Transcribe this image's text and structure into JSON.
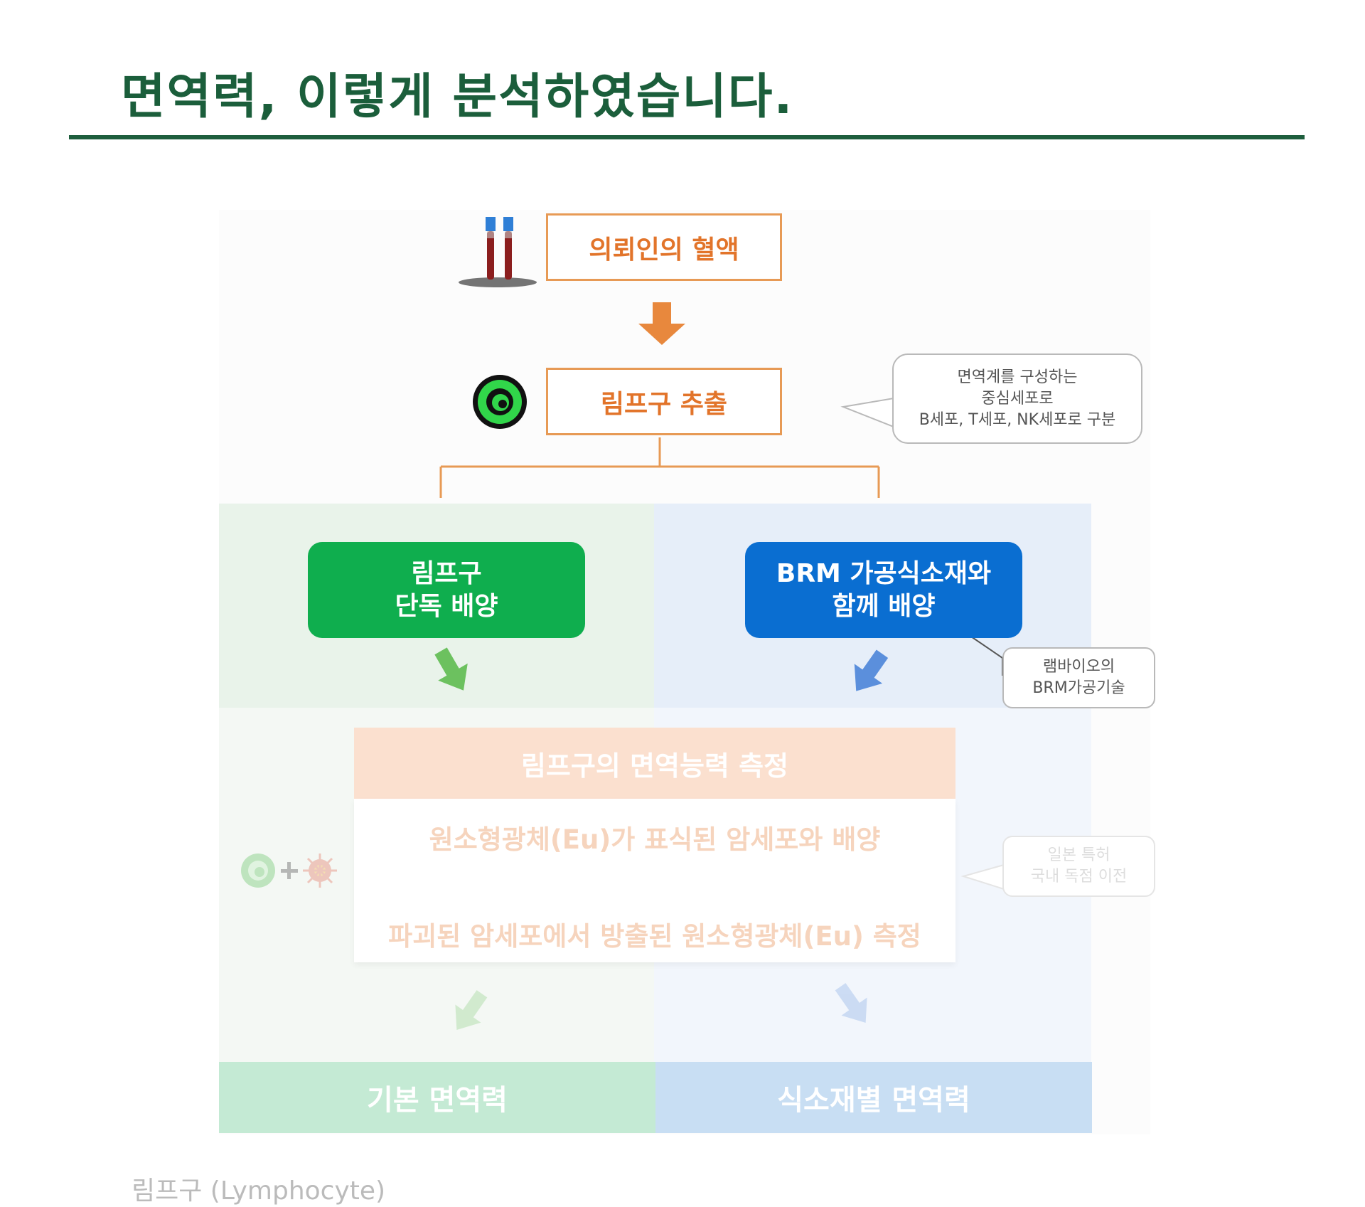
{
  "page": {
    "title": "면역력, 이렇게 분석하였습니다.",
    "footnote": "림프구 (Lymphocyte)"
  },
  "diagram": {
    "step_blood": "의뢰인의 혈액",
    "step_extract": "림프구 추출",
    "callout_lymphocyte": [
      "면역계를 구성하는",
      "중심세포로",
      "B세포, T세포, NK세포로 구분"
    ],
    "culture_single": [
      "림프구",
      "단독 배양"
    ],
    "culture_brm": [
      "BRM 가공식소재와",
      "함께 배양"
    ],
    "callout_brm": [
      "램바이오의",
      "BRM가공기술"
    ],
    "measure_title": "림프구의 면역능력 측정",
    "measure_step1": "원소형광체(Eu)가 표식된 암세포와 배양",
    "measure_step2": "파괴된 암세포에서 방출된 원소형광체(Eu) 측정",
    "callout_patent": [
      "일본 특허",
      "국내 독점 이전"
    ],
    "result_basic": "기본 면역력",
    "result_food": "식소재별 면역력"
  },
  "colors": {
    "title_green": "#1b5e3b",
    "box_orange": "#e2742a",
    "culture_green": "#0fae4e",
    "culture_blue": "#0a6ed1",
    "result_green": "#c4ead4",
    "result_blue": "#c8def3"
  },
  "icons": {
    "tubes": "blood-tubes-icon",
    "cell": "lymphocyte-cell-icon",
    "cancer": "cancer-cell-icon"
  }
}
